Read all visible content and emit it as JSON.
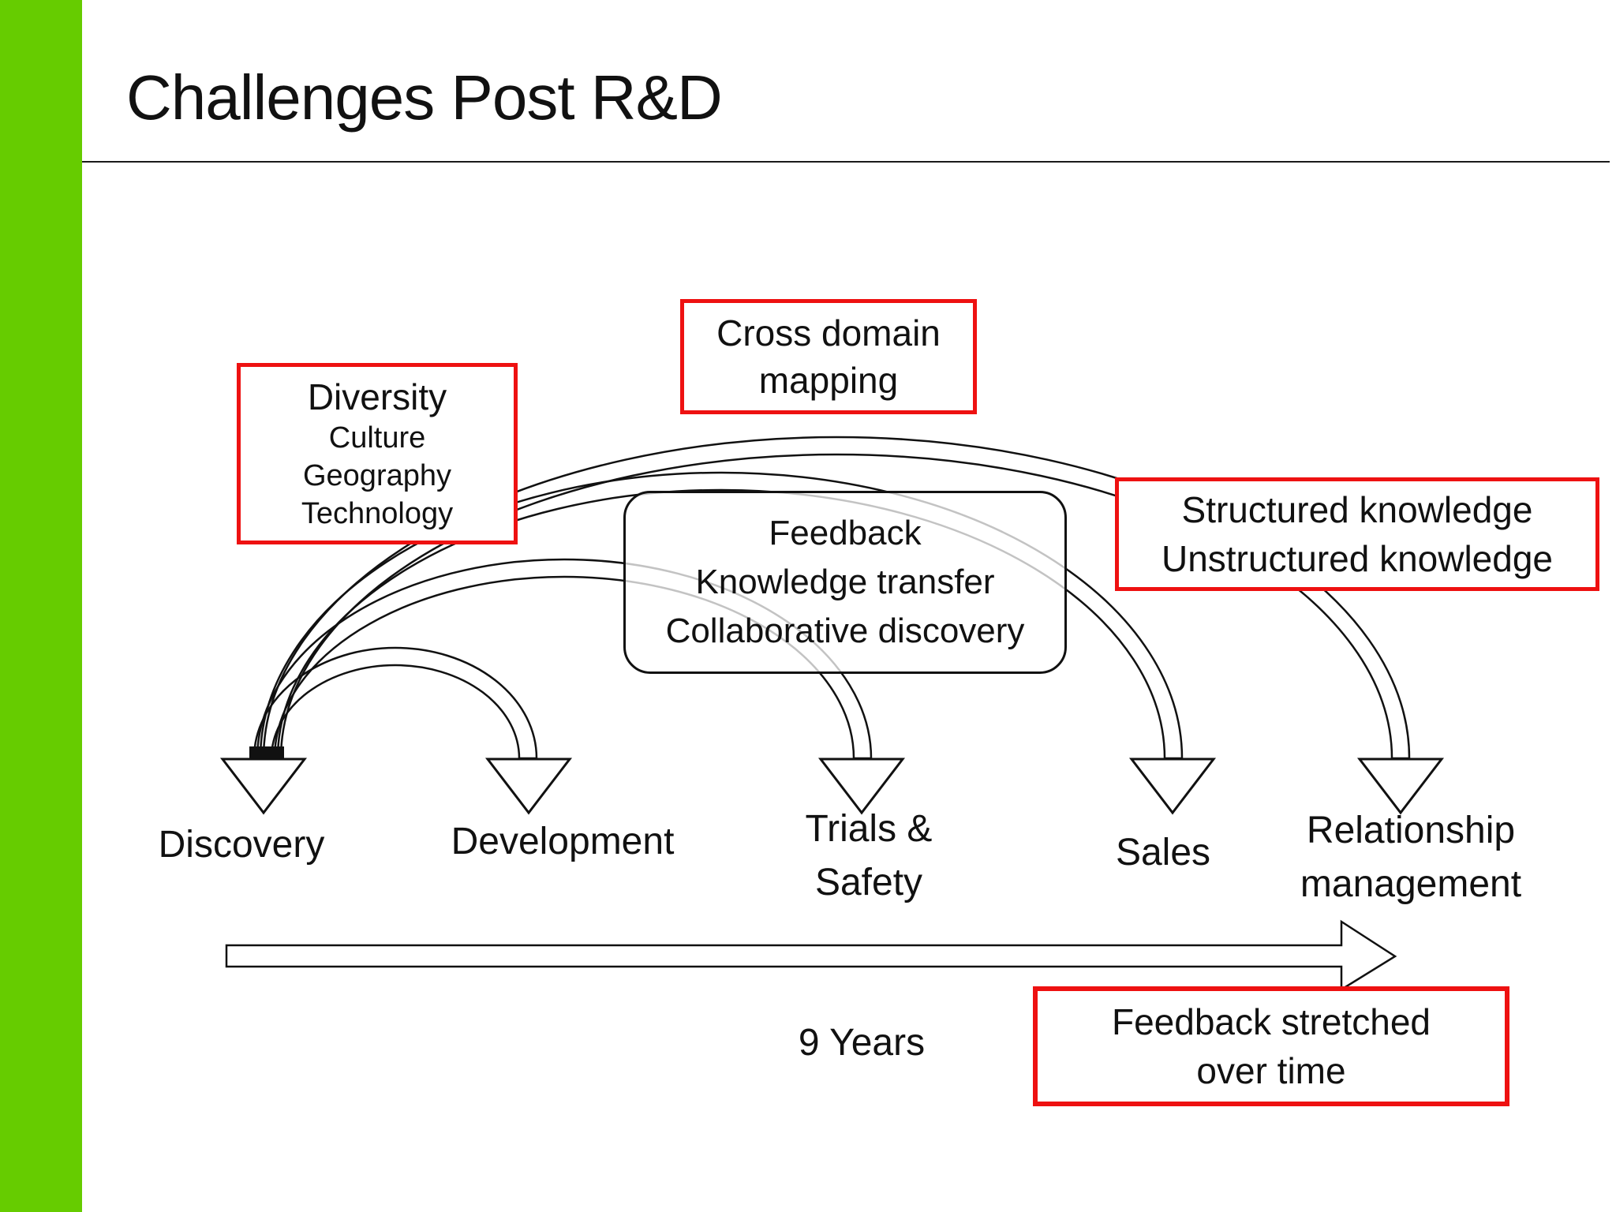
{
  "slide": {
    "title": "Challenges Post R&D"
  },
  "colors": {
    "accent_green": "#66CC00",
    "callout_red": "#EE1111",
    "line_black": "#111111",
    "background": "#FFFFFF"
  },
  "callouts": {
    "diversity": {
      "heading": "Diversity",
      "lines": [
        "Culture",
        "Geography",
        "Technology"
      ]
    },
    "cross_domain_mapping": {
      "lines": [
        "Cross domain",
        "mapping"
      ]
    },
    "knowledge": {
      "lines": [
        "Structured knowledge",
        "Unstructured knowledge"
      ]
    },
    "feedback_transfer": {
      "lines": [
        "Feedback",
        "Knowledge transfer",
        "Collaborative discovery"
      ]
    },
    "feedback_stretched": {
      "lines": [
        "Feedback stretched",
        "over time"
      ]
    }
  },
  "stages": [
    {
      "lines": [
        "Discovery"
      ]
    },
    {
      "lines": [
        "Development"
      ]
    },
    {
      "lines": [
        "Trials &",
        "Safety"
      ]
    },
    {
      "lines": [
        "Sales"
      ]
    },
    {
      "lines": [
        "Relationship",
        "management"
      ]
    }
  ],
  "timeline": {
    "label": "9 Years"
  },
  "icons": {
    "arrowheads": "hollow-down-triangle",
    "connectors": "hollow-curved-ribbon",
    "timeline_arrow": "hollow-right-arrow"
  }
}
